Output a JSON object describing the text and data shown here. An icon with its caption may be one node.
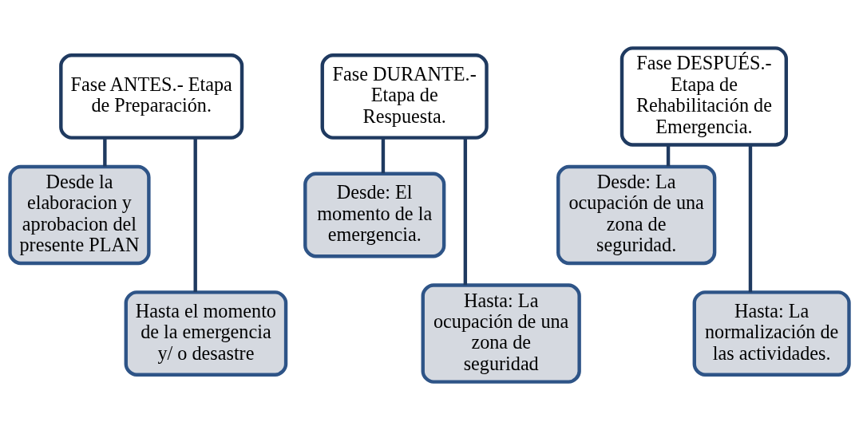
{
  "diagram": {
    "nodes": [
      {
        "text": [
          "Fase ANTES.- Etapa de Preparación."
        ]
      },
      {
        "text": [
          "Desde la elaboracion y aprobacion del presente PLAN"
        ]
      },
      {
        "text": [
          "Hasta el momento de la emergencia y/ o desastre"
        ]
      },
      {
        "text": [
          "Fase DURANTE.- Etapa de Respuesta."
        ]
      },
      {
        "text": [
          "Desde: El momento de la emergencia."
        ]
      },
      {
        "text": [
          "Hasta: La ocupación de una zona de seguridad"
        ]
      },
      {
        "text": [
          "Fase DESPUÉS.- Etapa de Rehabilitación de Emergencia."
        ]
      },
      {
        "text": [
          "Desde: La ocupación de una zona de seguridad."
        ]
      },
      {
        "text": [
          "Hasta: La normalización de las actividades."
        ]
      }
    ],
    "edges": [
      {
        "from": 0,
        "to": 1,
        "arrow": "none"
      },
      {
        "from": 0,
        "to": 2,
        "arrow": "none"
      },
      {
        "from": 3,
        "to": 4,
        "arrow": "none"
      },
      {
        "from": 3,
        "to": 5,
        "arrow": "none"
      },
      {
        "from": 6,
        "to": 7,
        "arrow": "none"
      },
      {
        "from": 6,
        "to": 8,
        "arrow": "none"
      }
    ]
  }
}
